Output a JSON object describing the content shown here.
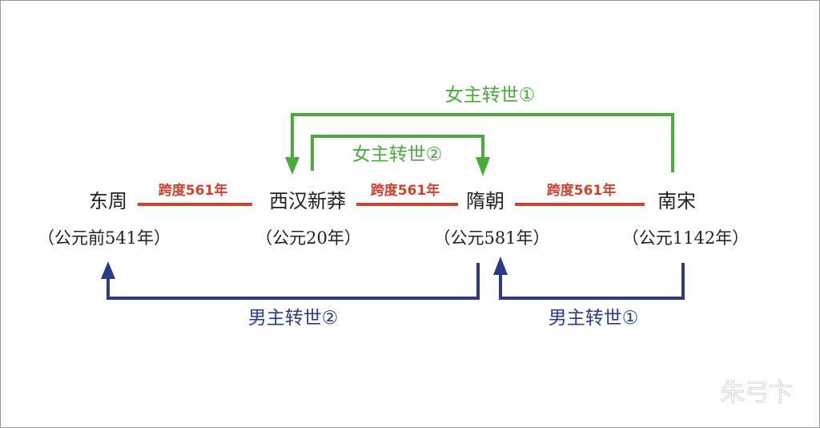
{
  "nodes": [
    {
      "name": "东周",
      "year": "（公元前541年）"
    },
    {
      "name": "西汉新莽",
      "year": "（公元20年）"
    },
    {
      "name": "隋朝",
      "year": "（公元581年）"
    },
    {
      "name": "南宋",
      "year": "（公元1142年）"
    }
  ],
  "spans": [
    "跨度561年",
    "跨度561年",
    "跨度561年"
  ],
  "female": [
    "女主转世①",
    "女主转世②"
  ],
  "male": [
    "男主转世①",
    "男主转世②"
  ],
  "watermark": "朱弓卞",
  "colors": {
    "span": "#d2402f",
    "female": "#4aaa3c",
    "male": "#2c3a8a"
  }
}
